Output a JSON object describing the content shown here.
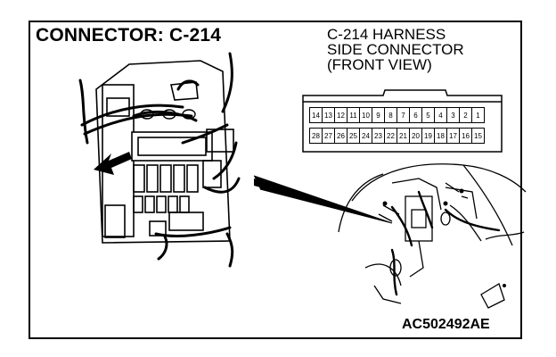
{
  "diagram": {
    "title": "CONNECTOR: C-214",
    "caption": [
      "C-214 HARNESS",
      "SIDE CONNECTOR",
      "(FRONT VIEW)"
    ],
    "figure_id": "AC502492AE",
    "pins": {
      "top_row": [
        "14",
        "13",
        "12",
        "11",
        "10",
        "9",
        "8",
        "7",
        "6",
        "5",
        "4",
        "3",
        "2",
        "1"
      ],
      "bottom_row": [
        "28",
        "27",
        "26",
        "25",
        "24",
        "23",
        "22",
        "21",
        "20",
        "19",
        "18",
        "17",
        "16",
        "15"
      ]
    }
  }
}
